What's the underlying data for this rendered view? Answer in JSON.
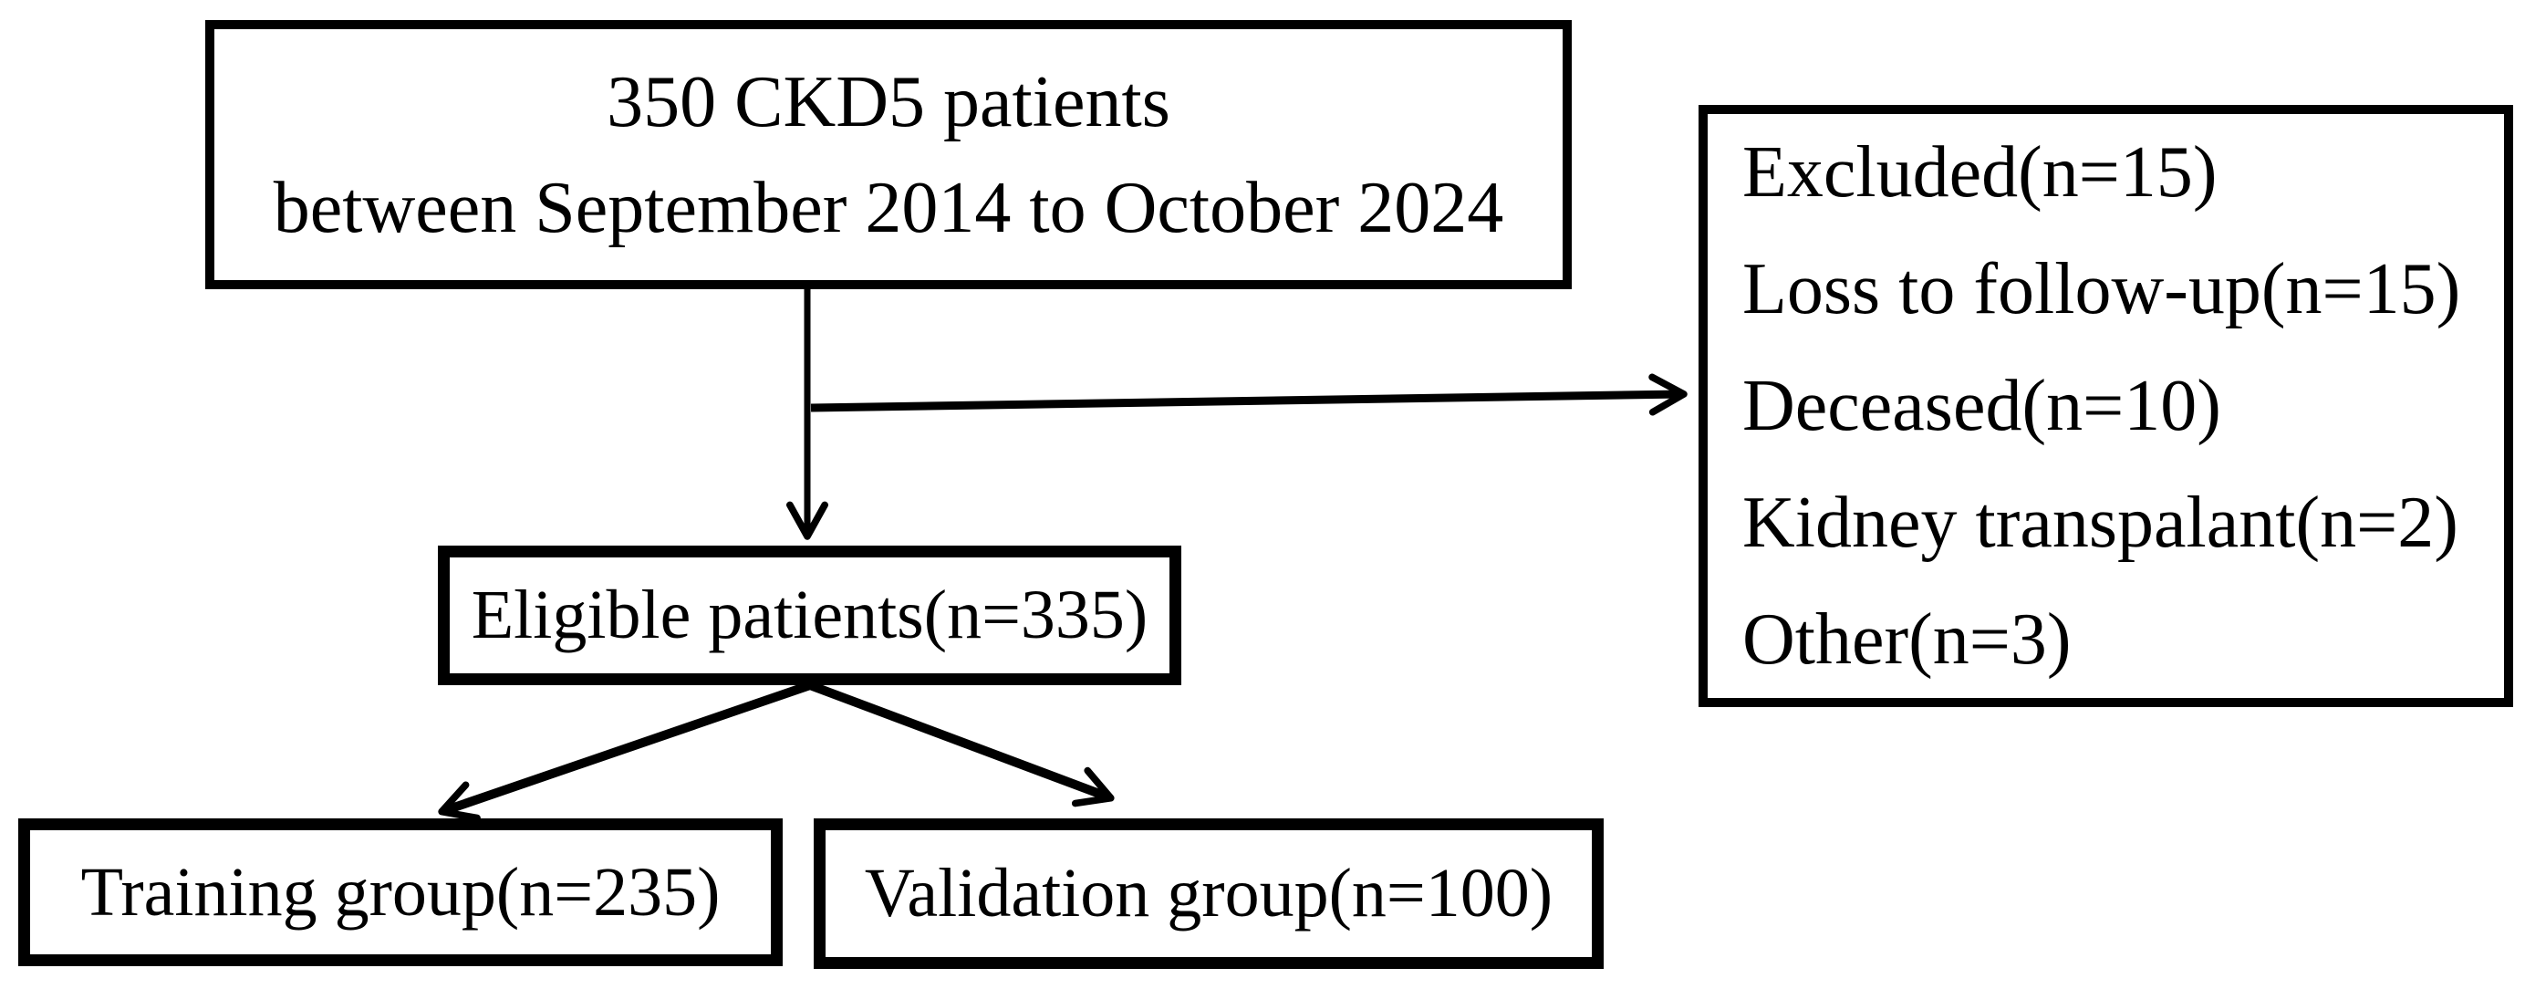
{
  "figure": {
    "type": "patient-flow-diagram",
    "colors": {
      "background": "#ffffff",
      "border": "#000000",
      "text": "#000000",
      "arrow": "#000000"
    }
  },
  "nodes": {
    "initial": {
      "lines": [
        "350 CKD5 patients",
        "between September 2014 to October 2024"
      ]
    },
    "excluded": {
      "lines": [
        "Excluded(n=15)",
        "Loss to follow-up(n=15)",
        "Deceased(n=10)",
        "Kidney transpalant(n=2)",
        "Other(n=3)"
      ]
    },
    "eligible": {
      "label": "Eligible patients(n=335)"
    },
    "training": {
      "label": "Training group(n=235)"
    },
    "validation": {
      "label": "Validation group(n=100)"
    }
  }
}
